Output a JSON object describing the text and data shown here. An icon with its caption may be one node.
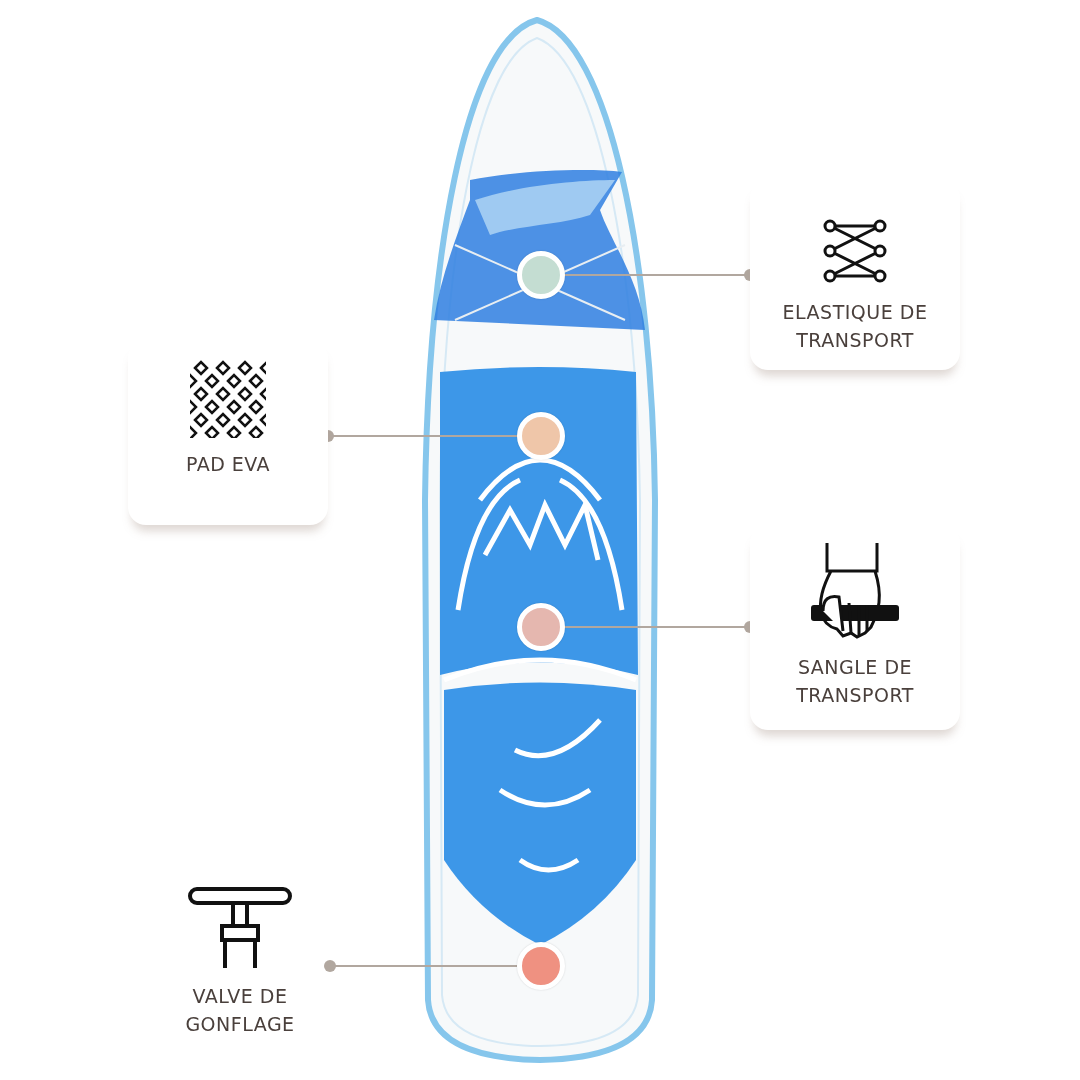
{
  "diagram": {
    "nodes": [
      {
        "text": [
          "ELASTIQUE DE TRANSPORT"
        ]
      },
      {
        "text": [],
        "shape": "circle"
      },
      {
        "text": [
          "PAD EVA"
        ]
      },
      {
        "text": [],
        "shape": "circle"
      },
      {
        "text": [
          "SANGLE DE TRANSPORT"
        ]
      },
      {
        "text": [],
        "shape": "circle"
      },
      {
        "text": [
          "VALVE DE GONFLAGE"
        ]
      },
      {
        "text": [],
        "shape": "circle"
      }
    ],
    "edges": [
      {
        "from": 0,
        "to": 1,
        "arrow": "other"
      },
      {
        "from": 2,
        "to": 3,
        "arrow": "other"
      },
      {
        "from": 4,
        "to": 5,
        "arrow": "other"
      },
      {
        "from": 6,
        "to": 7,
        "arrow": "other"
      }
    ]
  }
}
